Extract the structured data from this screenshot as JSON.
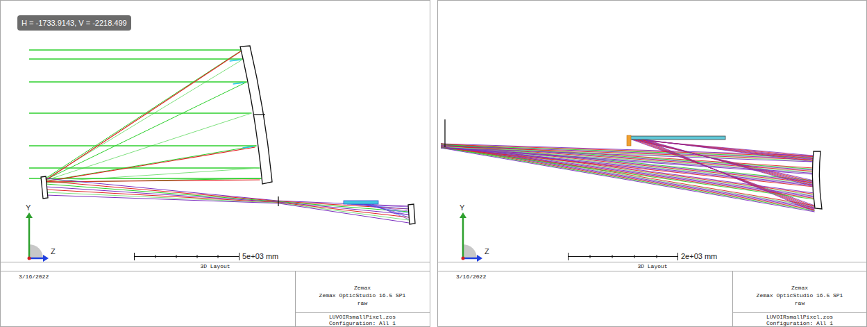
{
  "diagram": {
    "labels": [
      "H = -1733.9143, V = -2218.499",
      "Y",
      "Z",
      "5e+03 mm",
      "3D Layout",
      "3/16/2022",
      "Zemax",
      "Zemax OpticStudio 16.5 SP1",
      "raw",
      "LUVOIRsmallPixel.zos",
      "Configuration: All 1",
      "Y",
      "Z",
      "2e+03 mm",
      "3D Layout",
      "3/16/2022",
      "Zemax",
      "Zemax OpticStudio 16.5 SP1",
      "raw",
      "LUVOIRsmallPixel.zos",
      "Configuration: All 1"
    ]
  }
}
